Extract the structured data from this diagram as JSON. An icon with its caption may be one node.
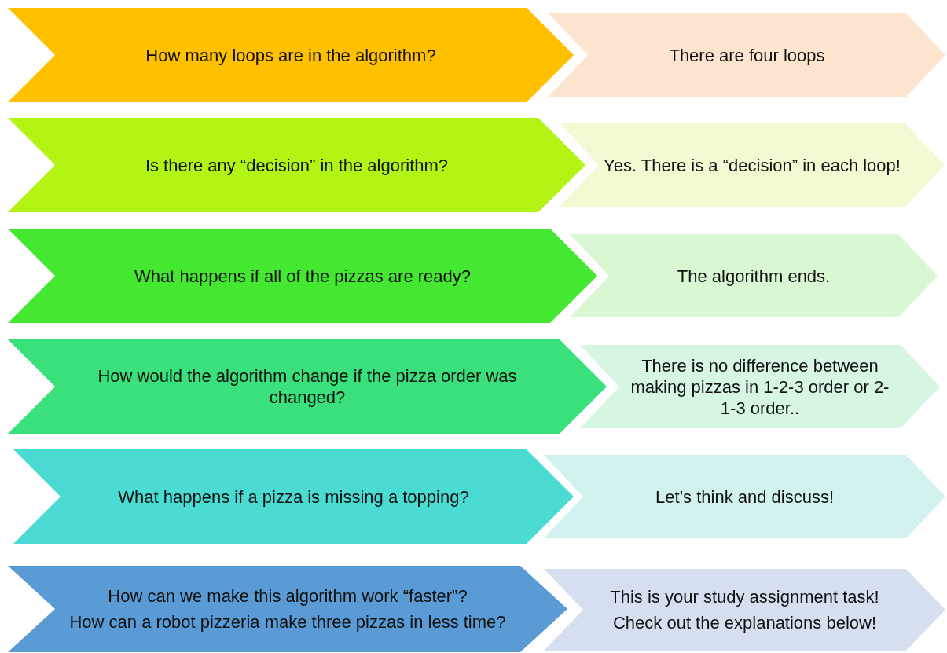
{
  "diagram": {
    "nodes": [
      {
        "text": [
          "How many loops are in the algorithm?"
        ]
      },
      {
        "text": [
          "There are four loops"
        ]
      },
      {
        "text": [
          "Is there any “decision” in the algorithm?"
        ]
      },
      {
        "text": [
          "Yes. There is a “decision” in each loop!"
        ]
      },
      {
        "text": [
          "What happens if all of the pizzas are ready?"
        ]
      },
      {
        "text": [
          "The algorithm ends."
        ]
      },
      {
        "text": [
          "How would the algorithm change if the pizza order was changed?"
        ]
      },
      {
        "text": [
          "There is no difference between making pizzas in 1-2-3 order or 2-1-3 order.."
        ]
      },
      {
        "text": [
          "What happens if a pizza is missing a topping?"
        ]
      },
      {
        "text": [
          "Let’s think and discuss!"
        ]
      },
      {
        "text": [
          "How can we make this algorithm work “faster”?",
          "How can a robot pizzeria make three pizzas in less time?"
        ]
      },
      {
        "text": [
          "This is your study assignment task!",
          "Check out the explanations below!"
        ]
      }
    ]
  }
}
